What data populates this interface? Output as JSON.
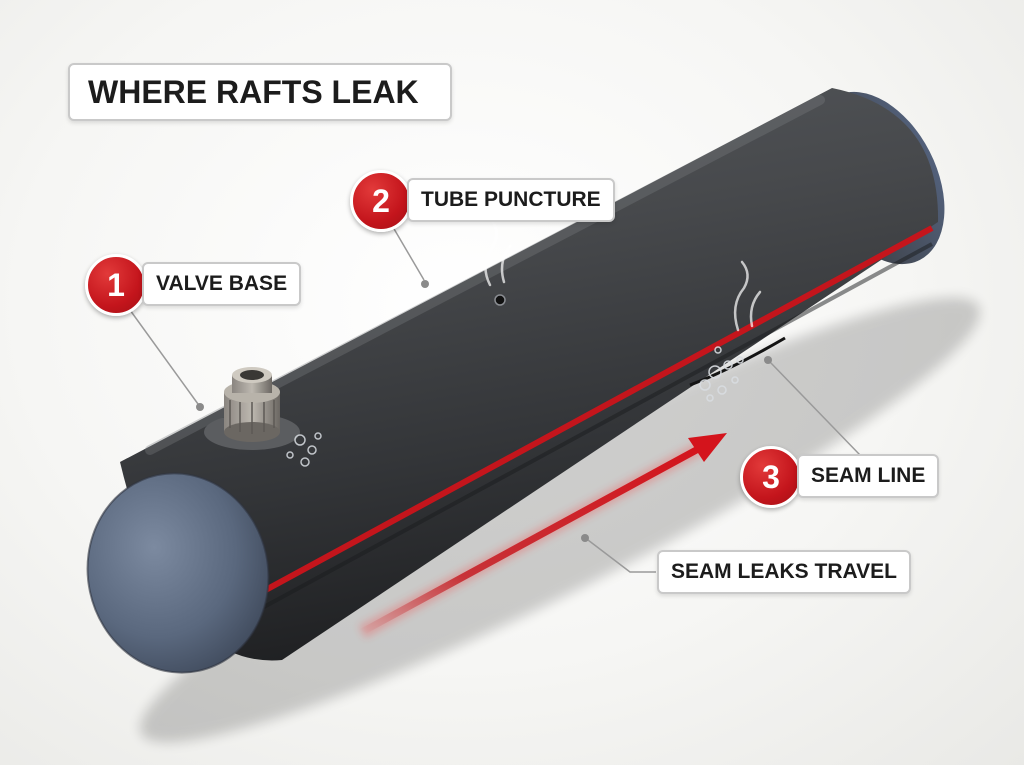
{
  "title": "WHERE RAFTS LEAK",
  "callouts": [
    {
      "number": "1",
      "label": "VALVE BASE"
    },
    {
      "number": "2",
      "label": "TUBE PUNCTURE"
    },
    {
      "number": "3",
      "label": "SEAM LINE"
    }
  ],
  "arrow_label": "SEAM LEAKS TRAVEL",
  "colors": {
    "accent_red": "#c4151c",
    "tube_dark": "#3a3c3f",
    "tube_end_blue": "#5f6f86",
    "label_border": "#c9c9c9"
  }
}
